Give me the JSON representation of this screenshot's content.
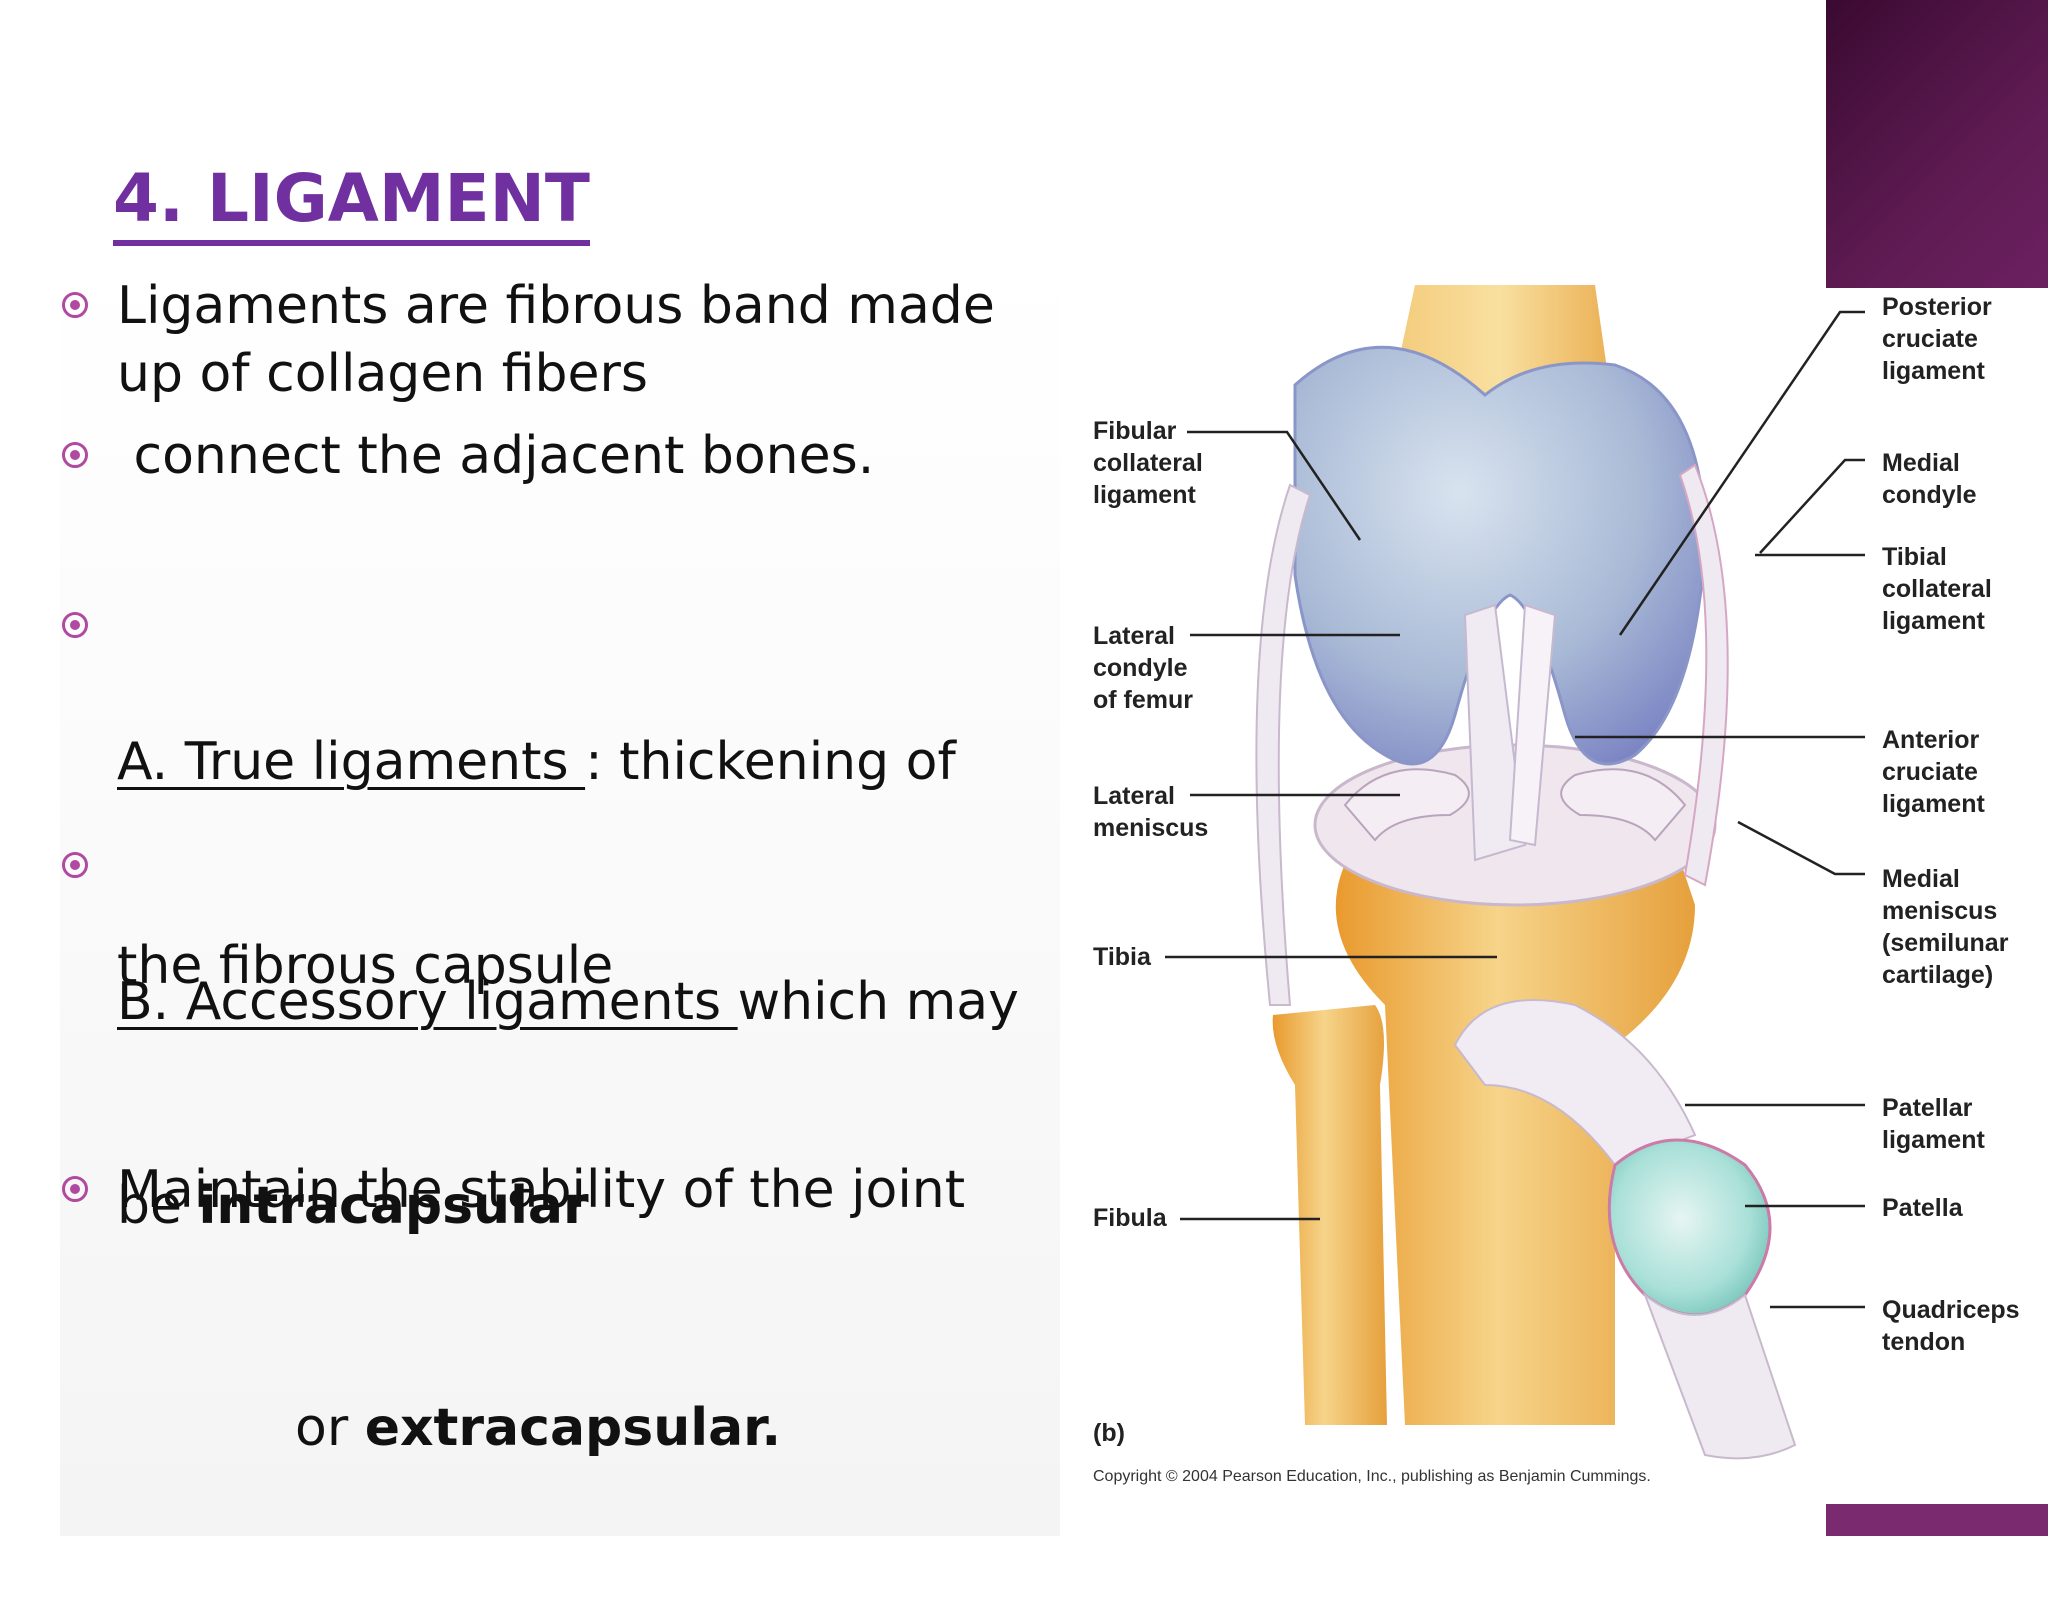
{
  "slide": {
    "title": "4. LIGAMENT",
    "accent_color": "#7030a0",
    "bullet_color": "#b04aa0",
    "bullets": [
      {
        "line1": "Ligaments are fibrous band made",
        "line2": "up of collagen fibers"
      },
      {
        "line1": " connect the adjacent bones."
      },
      {
        "underlined": "A. True ligaments ",
        "rest": ": thickening of",
        "line2": "the fibrous capsule"
      },
      {
        "underlined": "B. Accessory ligaments ",
        "rest": "which may",
        "line2_pre": "be ",
        "line2_bold": "intracapsular",
        "line3_pre": "or ",
        "line3_bold": "extracapsular."
      },
      {
        "line1": "Maintain the stability of the joint"
      }
    ]
  },
  "diagram": {
    "left_labels": {
      "fibular_collateral": [
        "Fibular",
        "collateral",
        "ligament"
      ],
      "lateral_condyle": [
        "Lateral",
        "condyle",
        "of femur"
      ],
      "lateral_meniscus": [
        "Lateral",
        "meniscus"
      ],
      "tibia": [
        "Tibia"
      ],
      "fibula": [
        "Fibula"
      ]
    },
    "right_labels": {
      "posterior_cruciate": [
        "Posterior",
        "cruciate",
        "ligament"
      ],
      "medial_condyle": [
        "Medial",
        "condyle"
      ],
      "tibial_collateral": [
        "Tibial",
        "collateral",
        "ligament"
      ],
      "anterior_cruciate": [
        "Anterior",
        "cruciate",
        "ligament"
      ],
      "medial_meniscus": [
        "Medial",
        "meniscus",
        "(semilunar",
        "cartilage)"
      ],
      "patellar_ligament": [
        "Patellar",
        "ligament"
      ],
      "patella": [
        "Patella"
      ],
      "quadriceps_tendon": [
        "Quadriceps",
        "tendon"
      ]
    },
    "panel_letter": "(b)",
    "copyright": "Copyright © 2004 Pearson Education, Inc., publishing as Benjamin Cummings."
  }
}
